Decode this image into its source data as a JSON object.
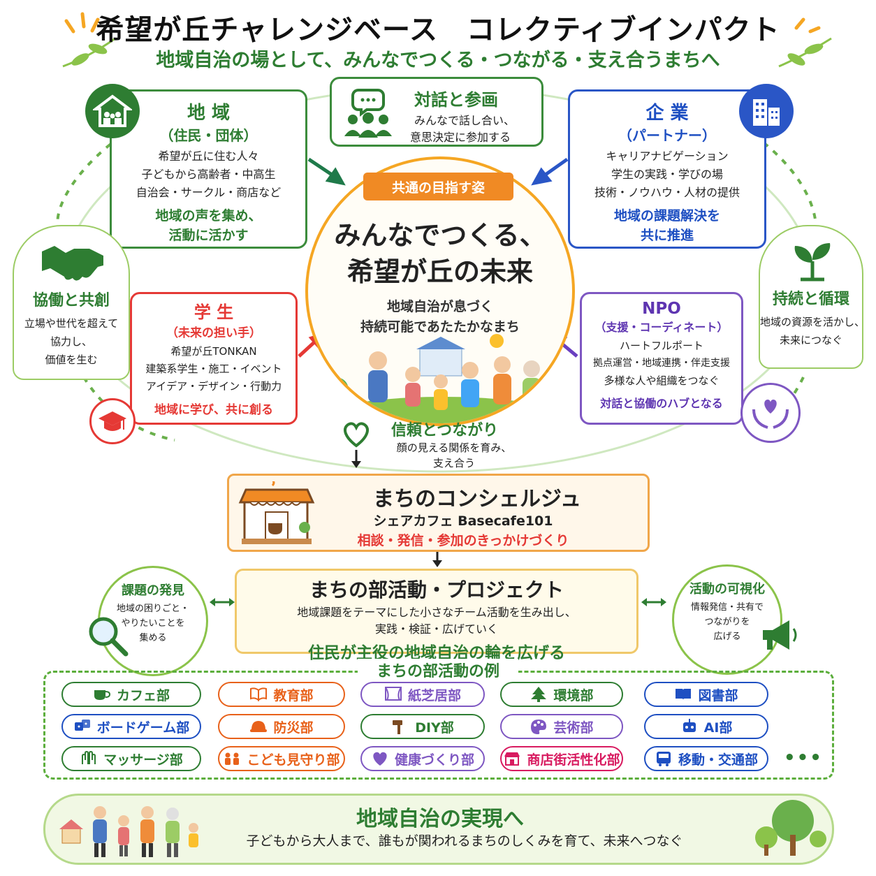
{
  "header": {
    "title": "希望が丘チャレンジベース　コレクティブインパクト",
    "subtitle": "地域自治の場として、みんなでつくる・つながる・支え合うまちへ"
  },
  "dialogue": {
    "heading": "対話と参画",
    "line1": "みんなで話し合い、",
    "line2": "意思決定に参加する"
  },
  "region": {
    "heading": "地 域",
    "sub": "（住民・団体）",
    "lines": [
      "希望が丘に住む人々",
      "子どもから高齢者・中高生",
      "自治会・サークル・商店など"
    ],
    "emph1": "地域の声を集め、",
    "emph2": "活動に活かす"
  },
  "company": {
    "heading": "企 業",
    "sub": "（パートナー）",
    "lines": [
      "キャリアナビゲーション",
      "学生の実践・学びの場",
      "技術・ノウハウ・人材の提供"
    ],
    "emph1": "地域の課題解決を",
    "emph2": "共に推進"
  },
  "student": {
    "heading": "学 生",
    "sub": "（未来の担い手）",
    "lines": [
      "希望が丘TONKAN",
      "建築系学生・施工・イベント",
      "アイデア・デザイン・行動力"
    ],
    "emph": "地域に学び、共に創る"
  },
  "npo": {
    "heading": "NPO",
    "sub": "（支援・コーディネート）",
    "lines": [
      "ハートフルポート",
      "拠点運営・地域連携・伴走支援",
      "多様な人や組織をつなぐ"
    ],
    "emph": "対話と協働のハブとなる"
  },
  "cooperation": {
    "heading": "協働と共創",
    "lines": [
      "立場や世代を超えて",
      "協力し、",
      "価値を生む"
    ]
  },
  "sustain": {
    "heading": "持続と循環",
    "lines": [
      "地域の資源を活かし、",
      "未来につなぐ"
    ]
  },
  "center": {
    "tag": "共通の目指す姿",
    "main1": "みんなでつくる、",
    "main2": "希望が丘の未来",
    "sub1": "地域自治が息づく",
    "sub2": "持続可能であたたかなまち"
  },
  "trust": {
    "heading": "信頼とつながり",
    "line1": "顔の見える関係を育み、",
    "line2": "支え合う"
  },
  "concierge": {
    "heading": "まちのコンシェルジュ",
    "sub": "シェアカフェ Basecafe101",
    "emph": "相談・発信・参加のきっかけづくり"
  },
  "project": {
    "heading": "まちの部活動・プロジェクト",
    "line1": "地域課題をテーマにした小さなチーム活動を生み出し、",
    "line2": "実践・検証・広げていく",
    "emph": "住民が主役の地域自治の輪を広げる"
  },
  "discover": {
    "heading": "課題の発見",
    "lines": [
      "地域の困りごと・",
      "やりたいことを",
      "集める"
    ]
  },
  "visualize": {
    "heading": "活動の可視化",
    "lines": [
      "情報発信・共有で",
      "つながりを",
      "広げる"
    ]
  },
  "clubs": {
    "title": "まちの部活動の例",
    "items": [
      {
        "label": "カフェ部",
        "icon": "coffee-cup-icon",
        "color": "#2e7d32"
      },
      {
        "label": "教育部",
        "icon": "book-icon",
        "color": "#e8611a"
      },
      {
        "label": "紙芝居部",
        "icon": "theater-curtain-icon",
        "color": "#7e57c2"
      },
      {
        "label": "環境部",
        "icon": "tree-icon",
        "color": "#2e7d32"
      },
      {
        "label": "図書部",
        "icon": "open-book-icon",
        "color": "#1e4fc2"
      },
      {
        "label": "ボードゲーム部",
        "icon": "dice-icon",
        "color": "#1e4fc2"
      },
      {
        "label": "防災部",
        "icon": "helmet-icon",
        "color": "#e8611a"
      },
      {
        "label": "DIY部",
        "icon": "hammer-icon",
        "color": "#2e7d32"
      },
      {
        "label": "芸術部",
        "icon": "palette-icon",
        "color": "#7e57c2"
      },
      {
        "label": "AI部",
        "icon": "robot-icon",
        "color": "#1e4fc2"
      },
      {
        "label": "マッサージ部",
        "icon": "hands-icon",
        "color": "#2e7d32"
      },
      {
        "label": "こども見守り部",
        "icon": "children-icon",
        "color": "#e8611a"
      },
      {
        "label": "健康づくり部",
        "icon": "heart-icon",
        "color": "#7e57c2"
      },
      {
        "label": "商店街活性化部",
        "icon": "shop-icon",
        "color": "#d81b60"
      },
      {
        "label": "移動・交通部",
        "icon": "bus-icon",
        "color": "#1e4fc2"
      }
    ],
    "more": "•••"
  },
  "footer": {
    "heading": "地域自治の実現へ",
    "line": "子どもから大人まで、誰もが関われるまちのしくみを育て、未来へつなぐ"
  },
  "colors": {
    "green": "#2e7d32",
    "blue": "#1e4fc2",
    "red": "#e53935",
    "purple": "#5e35b1",
    "orange": "#f08a24"
  }
}
